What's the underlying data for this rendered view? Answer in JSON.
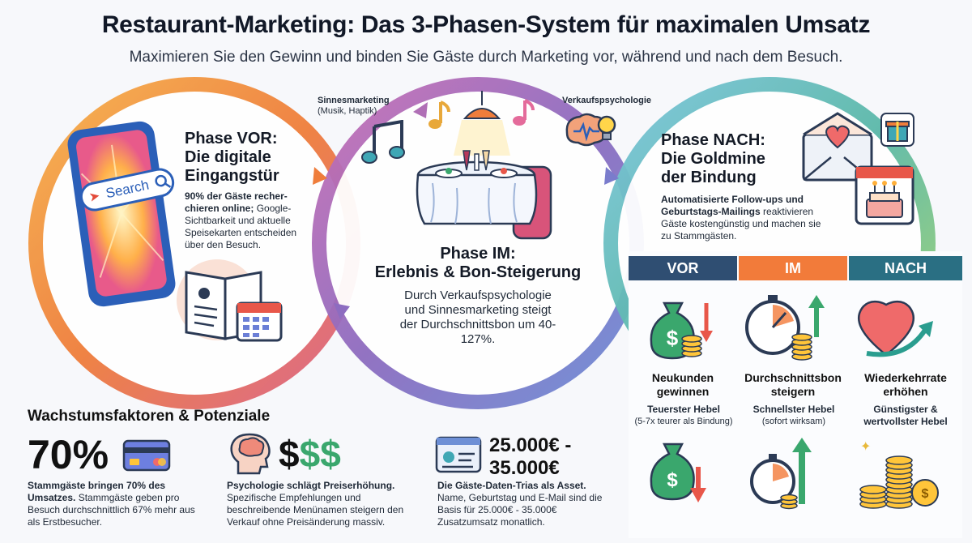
{
  "header": {
    "title": "Restaurant-Marketing: Das 3-Phasen-System für maximalen Umsatz",
    "subtitle": "Maximieren Sie den Gewinn und binden Sie Gäste durch Marketing vor, während und nach dem Besuch."
  },
  "phases": {
    "vor": {
      "title_1": "Phase VOR:",
      "title_2": "Die digitale",
      "title_3": "Eingangstür",
      "body_bold": "90% der Gäste recher-chieren online;",
      "body_rest": " Google-Sichtbarkeit und aktuelle Speisekarten entscheiden über den Besuch.",
      "search_label": "Search"
    },
    "im": {
      "title_1": "Phase IM:",
      "title_2": "Erlebnis & Bon-Steigerung",
      "body": "Durch Verkaufspsychologie und Sinnesmarketing steigt der Durchschnittsbon um 40-127%.",
      "tag_left_bold": "Sinnesmarketing",
      "tag_left_sub": "(Musik, Haptik)",
      "tag_right_bold": "Verkaufspsychologie"
    },
    "nach": {
      "title_1": "Phase NACH:",
      "title_2": "Die Goldmine",
      "title_3": "der Bindung",
      "body_bold": "Automatisierte Follow-ups und Geburtstags-Mailings",
      "body_rest": " reaktivieren Gäste kostengünstig und machen sie zu Stammgästen."
    }
  },
  "comparison": {
    "columns": [
      {
        "head": "VOR",
        "label": "Neukunden gewinnen",
        "hebel": "Teuerster Hebel",
        "detail": "(5-7x teurer als Bindung)",
        "color": "#2f4e72"
      },
      {
        "head": "IM",
        "label": "Durchschnittsbon steigern",
        "hebel": "Schnellster Hebel",
        "detail": "(sofort wirksam)",
        "color": "#f27b3a"
      },
      {
        "head": "NACH",
        "label": "Wiederkehrrate erhöhen",
        "hebel": "Günstigster & wertvollster Hebel",
        "detail": "",
        "color": "#2a6f83"
      }
    ]
  },
  "growth": {
    "title": "Wachstumsfaktoren & Potenziale",
    "stat1": {
      "big": "70%",
      "bold": "Stammgäste bringen 70% des Umsatzes.",
      "rest": " Stammgäste geben pro Besuch durchschnittlich 67% mehr aus als Erstbesucher."
    },
    "stat2": {
      "big": "$$$",
      "bold": "Psychologie schlägt Preiserhöhung.",
      "rest": " Spezifische Empfehlungen und beschreibende Menünamen steigern den Verkauf ohne Preisänderung massiv."
    },
    "stat3": {
      "big_1": "25.000€ -",
      "big_2": "35.000€",
      "bold": "Die Gäste-Daten-Trias als Asset.",
      "rest": " Name, Geburtstag und E-Mail sind die Basis für 25.000€ - 35.000€ Zusatzumsatz monatlich."
    }
  },
  "icons": [
    "smartphone-icon",
    "search-icon",
    "menu-book-icon",
    "calendar-icon",
    "music-note-icon",
    "brain-icon",
    "lightbulb-icon",
    "lamp-icon",
    "dining-table-icon",
    "envelope-heart-icon",
    "gift-icon",
    "birthday-cake-icon",
    "money-bag-icon",
    "stopwatch-icon",
    "heart-arrow-icon",
    "credit-card-icon",
    "coin-stack-icon",
    "id-card-icon"
  ],
  "colors": {
    "vor": "#f08a3e",
    "im": "#8c6fb8",
    "nach": "#3fa7b5",
    "navy": "#2f4e72",
    "orange": "#f27b3a",
    "teal": "#2a6f83",
    "green": "#3aa76d"
  }
}
